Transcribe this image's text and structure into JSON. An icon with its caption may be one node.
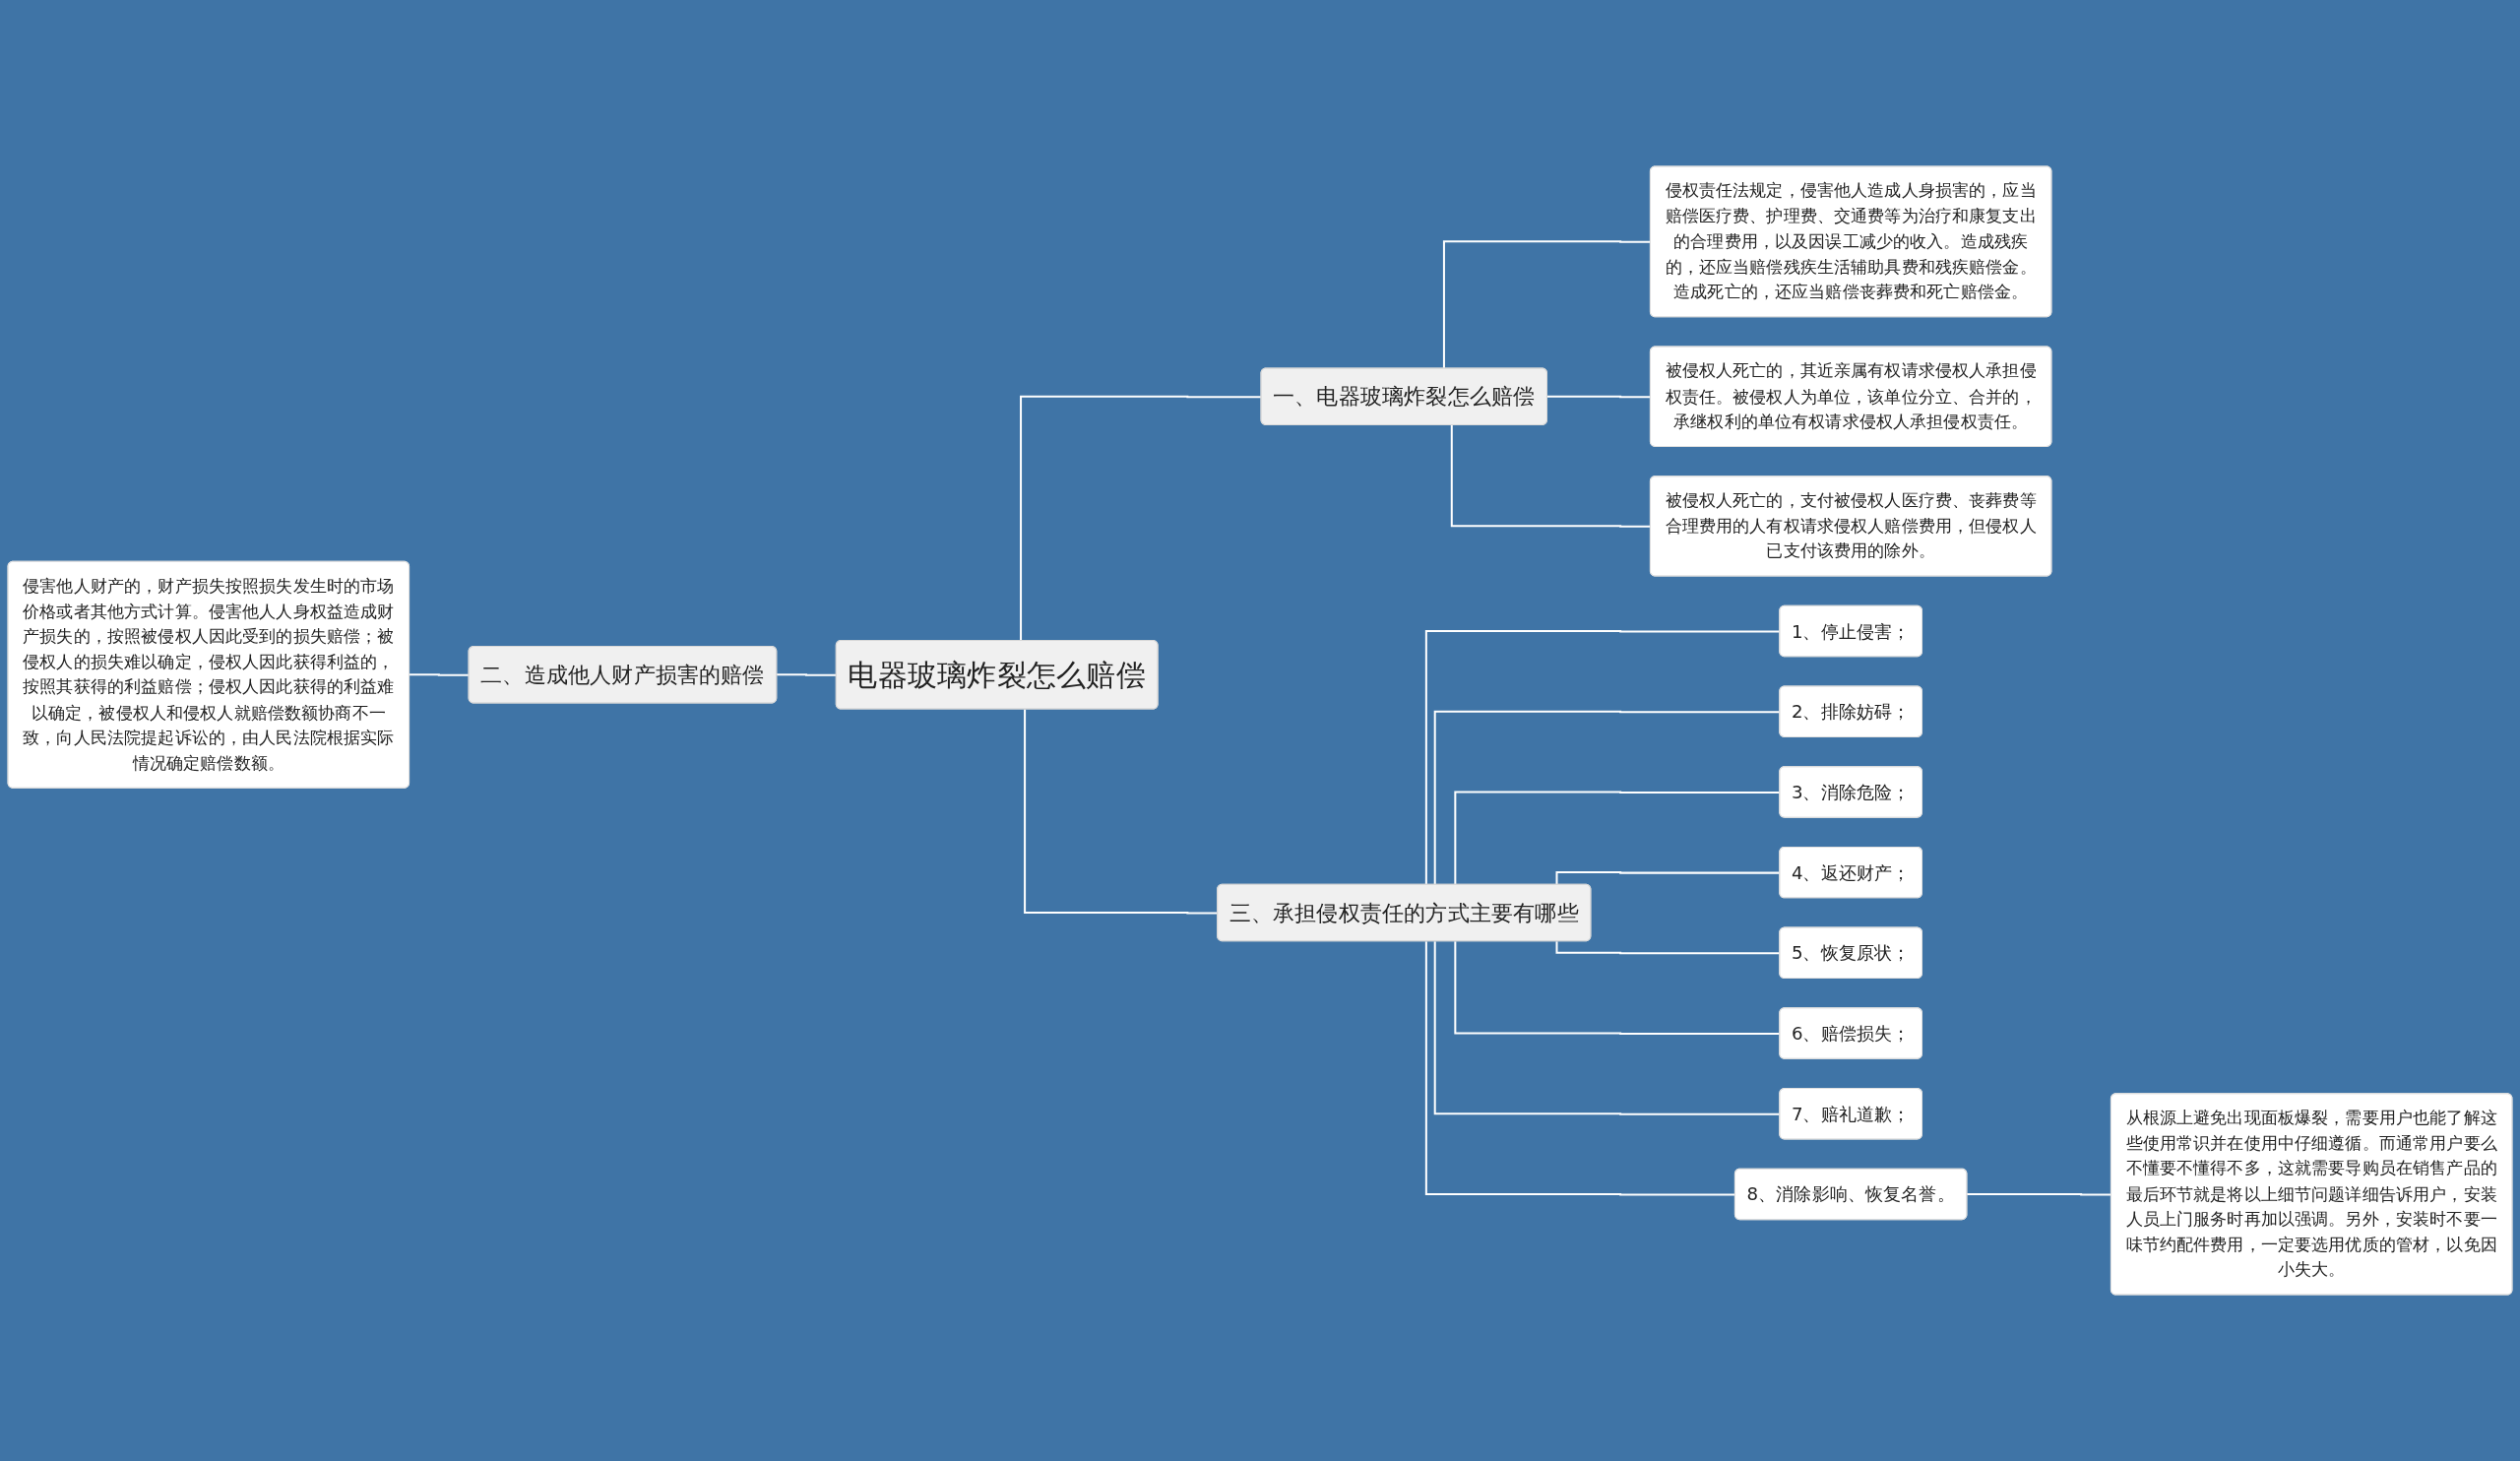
{
  "diagram": {
    "nodes": [
      {
        "text": [
          "电器玻璃炸裂怎么赔偿"
        ]
      },
      {
        "text": [
          "一、电器玻璃炸裂怎么赔偿"
        ]
      },
      {
        "text": [
          "侵权责任法规定，侵害他人造成人身损害的，应当赔偿医疗费、护理费、交通费等为治疗和康复支出的合理费用，以及因误工减少的收入。造成残疾的，还应当赔偿残疾生活辅助具费和残疾赔偿金。造成死亡的，还应当赔偿丧葬费和死亡赔偿金。"
        ]
      },
      {
        "text": [
          "被侵权人死亡的，其近亲属有权请求侵权人承担侵权责任。被侵权人为单位，该单位分立、合并的，承继权利的单位有权请求侵权人承担侵权责任。"
        ]
      },
      {
        "text": [
          "被侵权人死亡的，支付被侵权人医疗费、丧葬费等合理费用的人有权请求侵权人赔偿费用，但侵权人已支付该费用的除外。"
        ]
      },
      {
        "text": [
          "二、造成他人财产损害的赔偿"
        ]
      },
      {
        "text": [
          "侵害他人财产的，财产损失按照损失发生时的市场价格或者其他方式计算。侵害他人人身权益造成财产损失的，按照被侵权人因此受到的损失赔偿；被侵权人的损失难以确定，侵权人因此获得利益的，按照其获得的利益赔偿；侵权人因此获得的利益难以确定，被侵权人和侵权人就赔偿数额协商不一致，向人民法院提起诉讼的，由人民法院根据实际情况确定赔偿数额。"
        ]
      },
      {
        "text": [
          "三、承担侵权责任的方式主要有哪些"
        ]
      },
      {
        "text": [
          "1、停止侵害；"
        ]
      },
      {
        "text": [
          "2、排除妨碍；"
        ]
      },
      {
        "text": [
          "3、消除危险；"
        ]
      },
      {
        "text": [
          "4、返还财产；"
        ]
      },
      {
        "text": [
          "5、恢复原状；"
        ]
      },
      {
        "text": [
          "6、赔偿损失；"
        ]
      },
      {
        "text": [
          "7、赔礼道歉；"
        ]
      },
      {
        "text": [
          "8、消除影响、恢复名誉。"
        ]
      },
      {
        "text": [
          "从根源上避免出现面板爆裂，需要用户也能了解这些使用常识并在使用中仔细遵循。而通常用户要么不懂要不懂得不多，这就需要导购员在销售产品的最后环节就是将以上细节问题详细告诉用户，安装人员上门服务时再加以强调。另外，安装时不要一味节约配件费用，一定要选用优质的管材，以免因小失大。"
        ]
      }
    ],
    "edges": [
      {
        "from": 0,
        "to": 1,
        "arrow": "none"
      },
      {
        "from": 1,
        "to": 2,
        "arrow": "none"
      },
      {
        "from": 1,
        "to": 3,
        "arrow": "none"
      },
      {
        "from": 1,
        "to": 4,
        "arrow": "none"
      },
      {
        "from": 5,
        "to": 0,
        "arrow": "none"
      },
      {
        "from": 6,
        "to": 5,
        "arrow": "none"
      },
      {
        "from": 0,
        "to": 7,
        "arrow": "none"
      },
      {
        "from": 7,
        "to": 8,
        "arrow": "none"
      },
      {
        "from": 7,
        "to": 9,
        "arrow": "none"
      },
      {
        "from": 7,
        "to": 10,
        "arrow": "none"
      },
      {
        "from": 7,
        "to": 11,
        "arrow": "none"
      },
      {
        "from": 7,
        "to": 12,
        "arrow": "none"
      },
      {
        "from": 7,
        "to": 13,
        "arrow": "none"
      },
      {
        "from": 7,
        "to": 14,
        "arrow": "none"
      },
      {
        "from": 7,
        "to": 15,
        "arrow": "none"
      },
      {
        "from": 15,
        "to": 16,
        "arrow": "none"
      }
    ]
  }
}
